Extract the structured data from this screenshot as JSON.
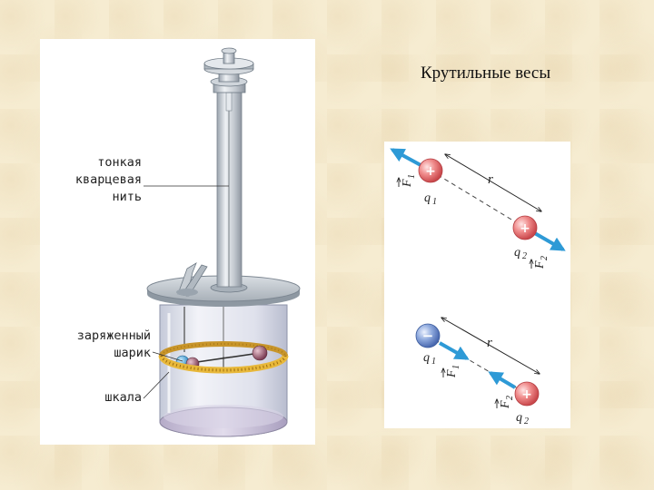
{
  "title": "Крутильные весы",
  "labels": {
    "thread_line1": "тонкая",
    "thread_line2": "кварцевая",
    "thread_line3": "нить",
    "ball_line1": "заряженный",
    "ball_line2": "шарик",
    "scale": "шкала"
  },
  "diagram_top": {
    "charge1_sign": "+",
    "charge2_sign": "+",
    "charge1_label": "q",
    "charge1_sub": "1",
    "charge2_label": "q",
    "charge2_sub": "2",
    "force1": "F",
    "force1_sub": "1",
    "force2": "F",
    "force2_sub": "2",
    "distance": "r"
  },
  "diagram_bottom": {
    "charge1_sign": "−",
    "charge2_sign": "+",
    "charge1_label": "q",
    "charge1_sub": "1",
    "charge2_label": "q",
    "charge2_sub": "2",
    "force1": "F",
    "force1_sub": "1",
    "force2": "F",
    "force2_sub": "2",
    "distance": "r"
  },
  "colors": {
    "positive": "#e8696b",
    "negative": "#6f8fd0",
    "arrow": "#2e9ad6",
    "scale": "#e8b83a"
  }
}
